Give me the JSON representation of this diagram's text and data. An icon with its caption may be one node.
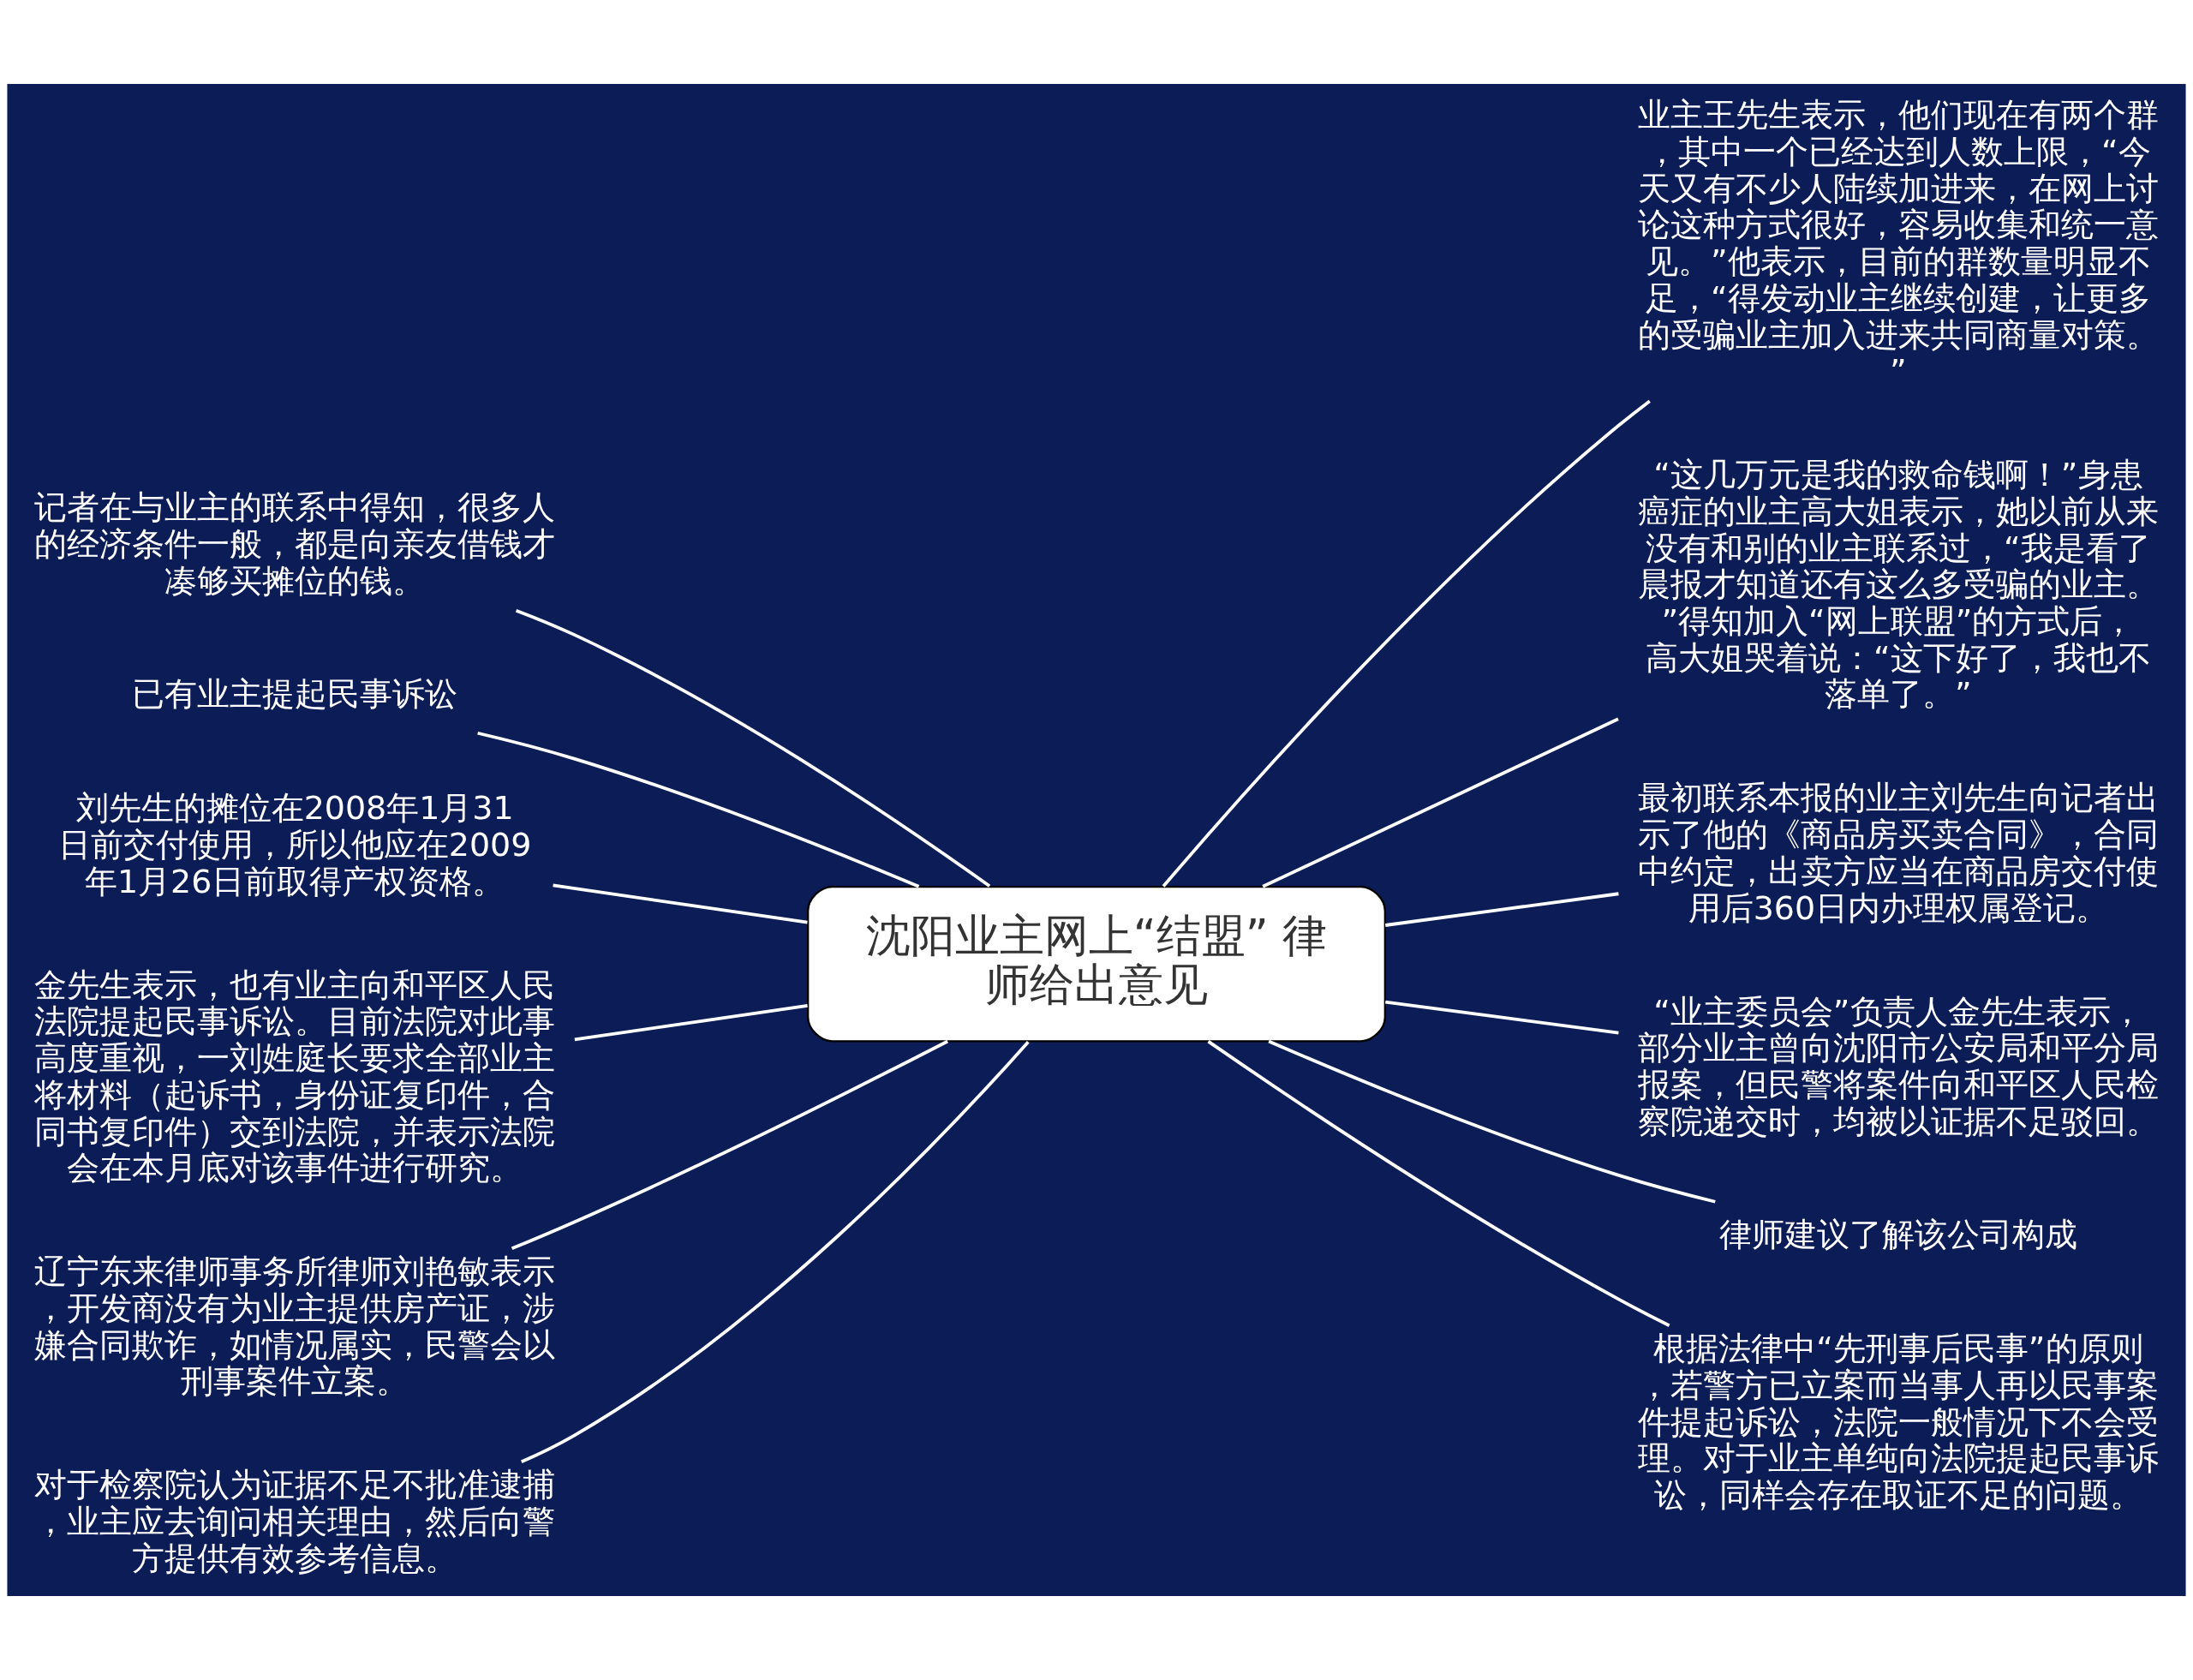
{
  "diagram": {
    "nodes": [
      {
        "text": [
          "沈阳业主网上“结盟” 律师给出意见"
        ]
      },
      {
        "text": [
          "记者在与业主的联系中得知，很多人的经济条件一般，都是向亲友借钱才凑够买摊位的钱。"
        ]
      },
      {
        "text": [
          "已有业主提起民事诉讼"
        ]
      },
      {
        "text": [
          "刘先生的摊位在2008年1月31日前交付使用，所以他应在2009年1月26日前取得产权资格。"
        ]
      },
      {
        "text": [
          "金先生表示，也有业主向和平区人民法院提起民事诉讼。目前法院对此事高度重视，一刘姓庭长要求全部业主将材料（起诉书，身份证复印件，合同书复印件）交到法院，并表示法院会在本月底对该事件进行研究。"
        ]
      },
      {
        "text": [
          "辽宁东来律师事务所律师刘艳敏表示，开发商没有为业主提供房产证，涉嫌合同欺诈，如情况属实，民警会以刑事案件立案。"
        ]
      },
      {
        "text": [
          "对于检察院认为证据不足不批准逮捕，业主应去询问相关理由，然后向警方提供有效参考信息。"
        ]
      },
      {
        "text": [
          "业主王先生表示，他们现在有两个群，其中一个已经达到人数上限，“今天又有不少人陆续加进来，在网上讨论这种方式很好，容易收集和统一意见。”他表示，目前的群数量明显不足，“得发动业主继续创建，让更多的受骗业主加入进来共同商量对策。”"
        ]
      },
      {
        "text": [
          "“这几万元是我的救命钱啊！”身患癌症的业主高大姐表示，她以前从来没有和别的业主联系过，“我是看了晨报才知道还有这么多受骗的业主。”得知加入“网上联盟”的方式后，高大姐哭着说：“这下好了，我也不落单了。”"
        ]
      },
      {
        "text": [
          "最初联系本报的业主刘先生向记者出示了他的《商品房买卖合同》，合同中约定，出卖方应当在商品房交付使用后360日内办理权属登记。"
        ]
      },
      {
        "text": [
          "“业主委员会”负责人金先生表示，部分业主曾向沈阳市公安局和平分局报案，但民警将案件向和平区人民检察院递交时，均被以证据不足驳回。"
        ]
      },
      {
        "text": [
          "律师建议了解该公司构成"
        ]
      },
      {
        "text": [
          "根据法律中“先刑事后民事”的原则，若警方已立案而当事人再以民事案件提起诉讼，法院一般情况下不会受理。对于业主单纯向法院提起民事诉讼，同样会存在取证不足的问题。"
        ]
      }
    ],
    "edges": [
      {
        "from": 0,
        "to": 1,
        "arrow": "none"
      },
      {
        "from": 0,
        "to": 2,
        "arrow": "none"
      },
      {
        "from": 0,
        "to": 3,
        "arrow": "none"
      },
      {
        "from": 0,
        "to": 4,
        "arrow": "none"
      },
      {
        "from": 0,
        "to": 5,
        "arrow": "none"
      },
      {
        "from": 0,
        "to": 6,
        "arrow": "none"
      },
      {
        "from": 0,
        "to": 7,
        "arrow": "none"
      },
      {
        "from": 0,
        "to": 8,
        "arrow": "none"
      },
      {
        "from": 0,
        "to": 9,
        "arrow": "none"
      },
      {
        "from": 0,
        "to": 10,
        "arrow": "none"
      },
      {
        "from": 0,
        "to": 11,
        "arrow": "none"
      },
      {
        "from": 0,
        "to": 12,
        "arrow": "none"
      }
    ]
  }
}
